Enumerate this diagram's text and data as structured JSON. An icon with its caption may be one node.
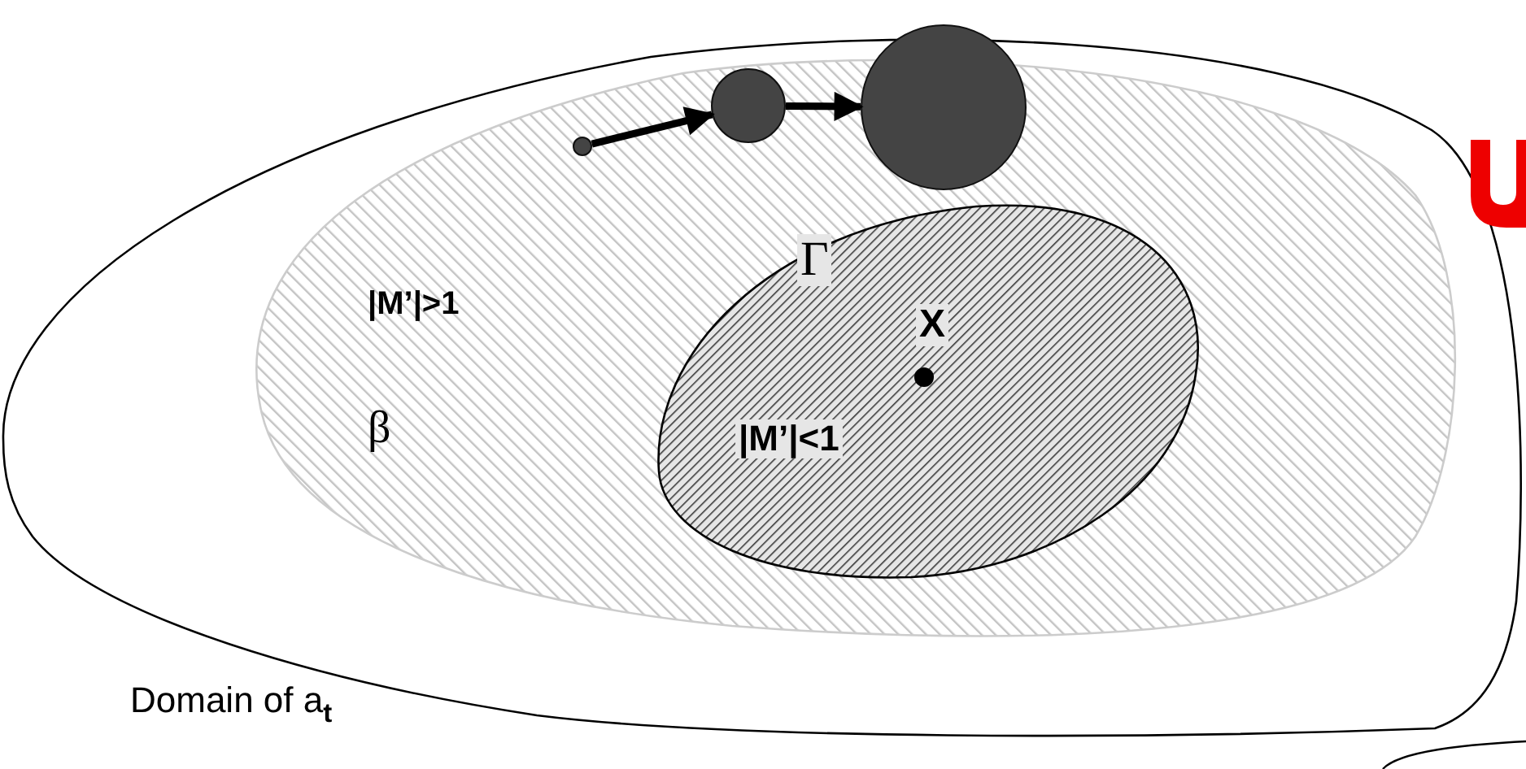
{
  "diagram": {
    "nodes": [
      {
        "text": [],
        "shape": "oval",
        "beside": [
          "Domain of a$_{t}$"
        ]
      },
      {
        "text": [
          "|M’|>1",
          "β"
        ],
        "in": 0
      },
      {
        "text": [
          "Γ",
          "|M’|<1"
        ],
        "in": 1
      },
      {
        "text": [
          "X"
        ],
        "in": 2
      },
      {
        "text": [],
        "shape": "circle",
        "in": 1
      },
      {
        "text": [],
        "shape": "circle",
        "in": 1
      },
      {
        "text": [],
        "shape": "circle",
        "in": 0
      }
    ],
    "edges": [
      {
        "from": 4,
        "to": 5,
        "arrow": "to"
      },
      {
        "from": 5,
        "to": 6,
        "arrow": "to"
      }
    ]
  }
}
